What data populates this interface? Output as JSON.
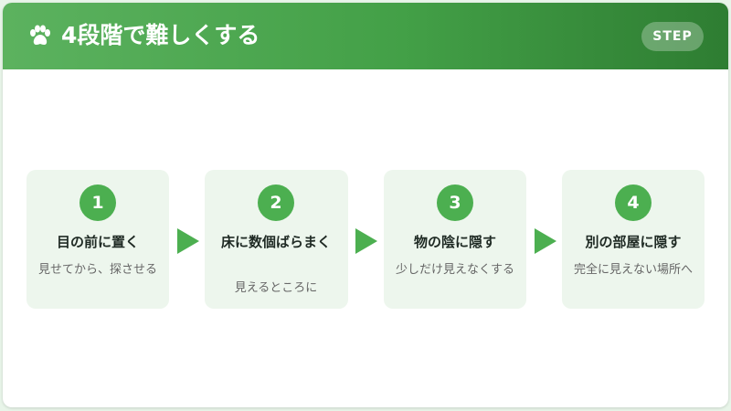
{
  "header": {
    "icon": "paw-icon",
    "title": "4段階で難しくする",
    "badge": "STEP"
  },
  "colors": {
    "accent": "#4caf50",
    "header_start": "#5cb25f",
    "header_end": "#2e7d32",
    "step_bg": "#edf6ed"
  },
  "steps": [
    {
      "number": "1",
      "title": "目の前に置く",
      "description": "見せてから、探させる"
    },
    {
      "number": "2",
      "title": "床に数個ばらまく",
      "description": "見えるところに"
    },
    {
      "number": "3",
      "title": "物の陰に隠す",
      "description": "少しだけ見えなくする"
    },
    {
      "number": "4",
      "title": "別の部屋に隠す",
      "description": "完全に見えない場所へ"
    }
  ]
}
